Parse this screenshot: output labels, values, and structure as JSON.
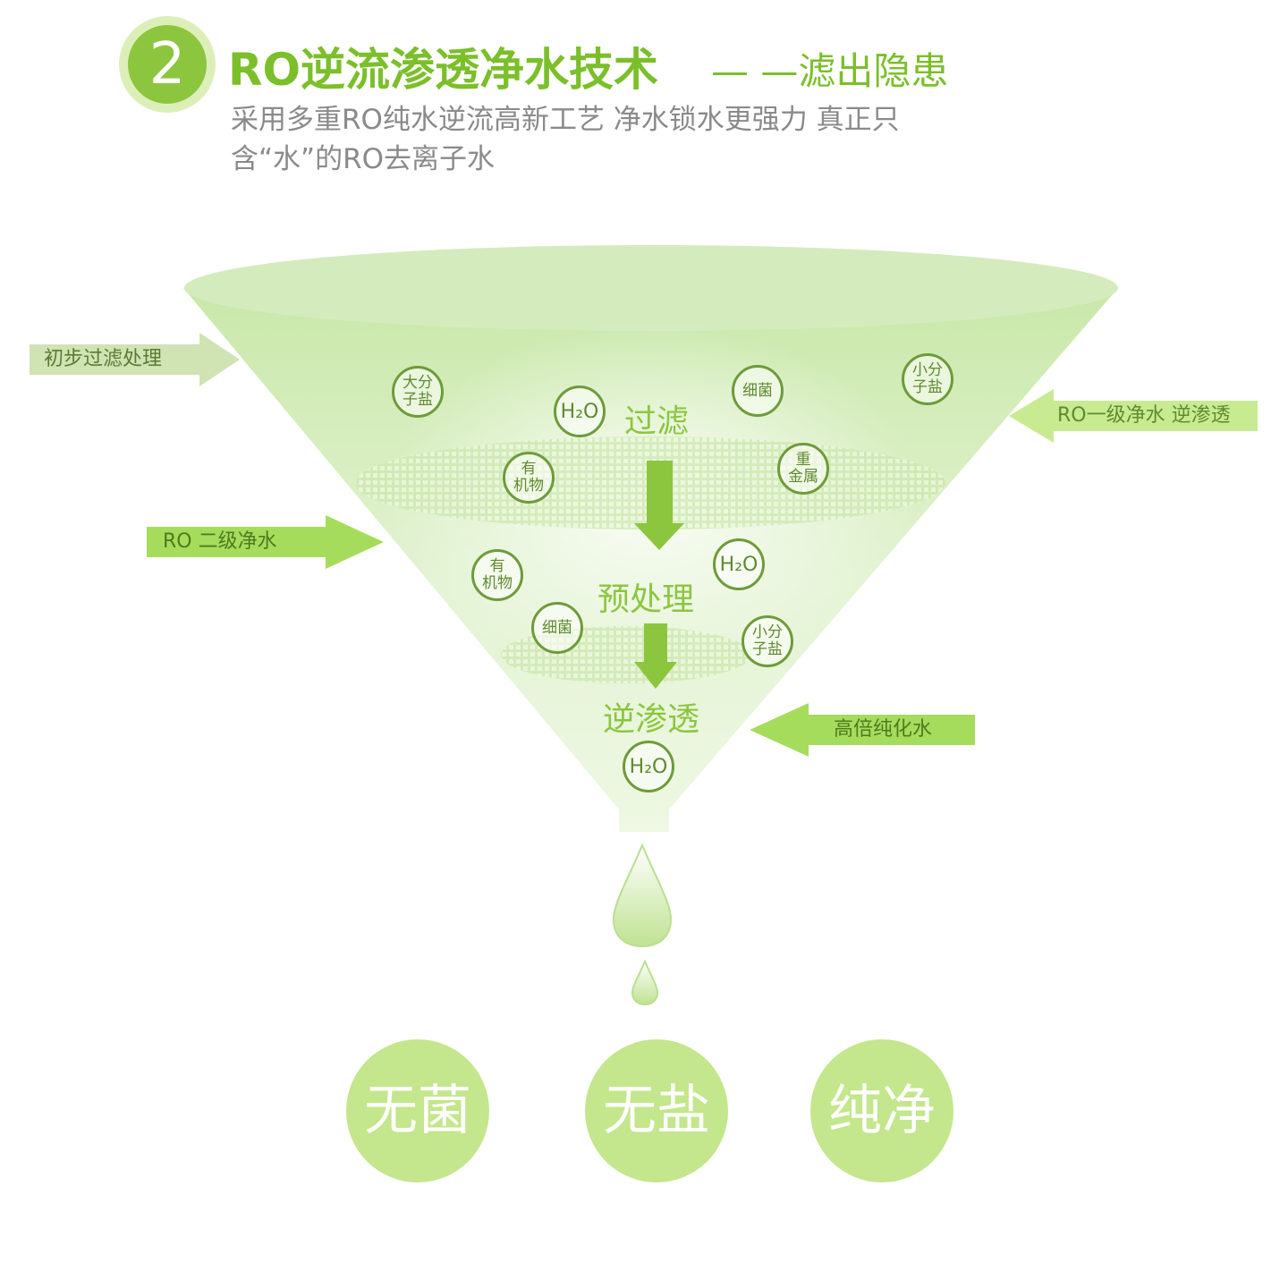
{
  "header": {
    "number": "2",
    "title": "RO逆流渗透净水技术",
    "subtitle": "— —滤出隐患",
    "description": "采用多重RO纯水逆流高新工艺 净水锁水更强力 真正只含“水”的RO去离子水"
  },
  "arrows": {
    "initial": "初步过滤处理",
    "ro_first": "RO一级净水 逆渗透",
    "ro_second": "RO 二级净水",
    "high_purify": "高倍纯化水"
  },
  "stages": {
    "filter": "过滤",
    "pretreat": "预处理",
    "reverse": "逆渗透"
  },
  "particles": {
    "large_salt": [
      "大分",
      "子盐"
    ],
    "h2o": "H₂O",
    "bacteria": "细菌",
    "small_salt": [
      "小分",
      "子盐"
    ],
    "organic": [
      "有",
      "机物"
    ],
    "heavy_metal": [
      "重",
      "金属"
    ]
  },
  "results": [
    "无菌",
    "无盐",
    "纯净"
  ],
  "colors": {
    "accent": "#8cc63f",
    "light": "#c4e68c",
    "funnel": "#d6efc0"
  }
}
